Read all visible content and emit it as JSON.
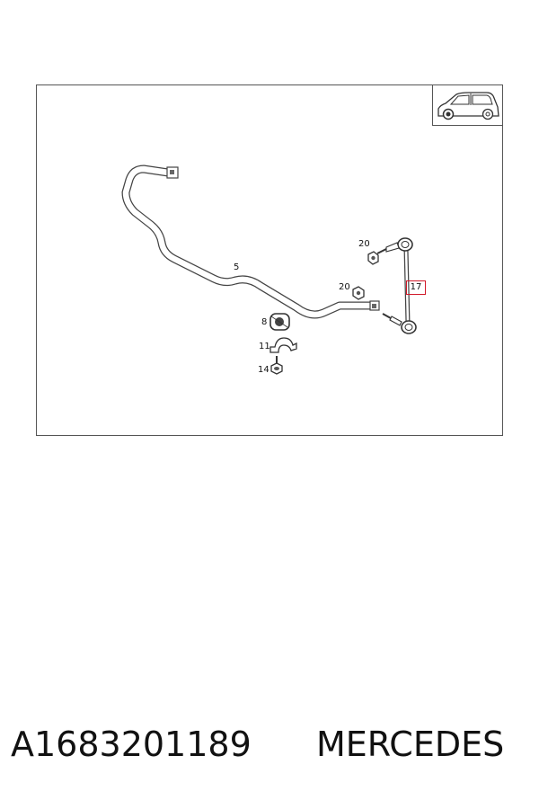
{
  "diagram": {
    "callouts": {
      "stabilizer_bar": "5",
      "bushing": "8",
      "clamp": "11",
      "bolt": "14",
      "link": "17",
      "nut_upper": "20",
      "nut_lower": "20"
    },
    "highlighted_callout": "17"
  },
  "footer": {
    "part_number": "A1683201189",
    "brand": "MERCEDES"
  }
}
